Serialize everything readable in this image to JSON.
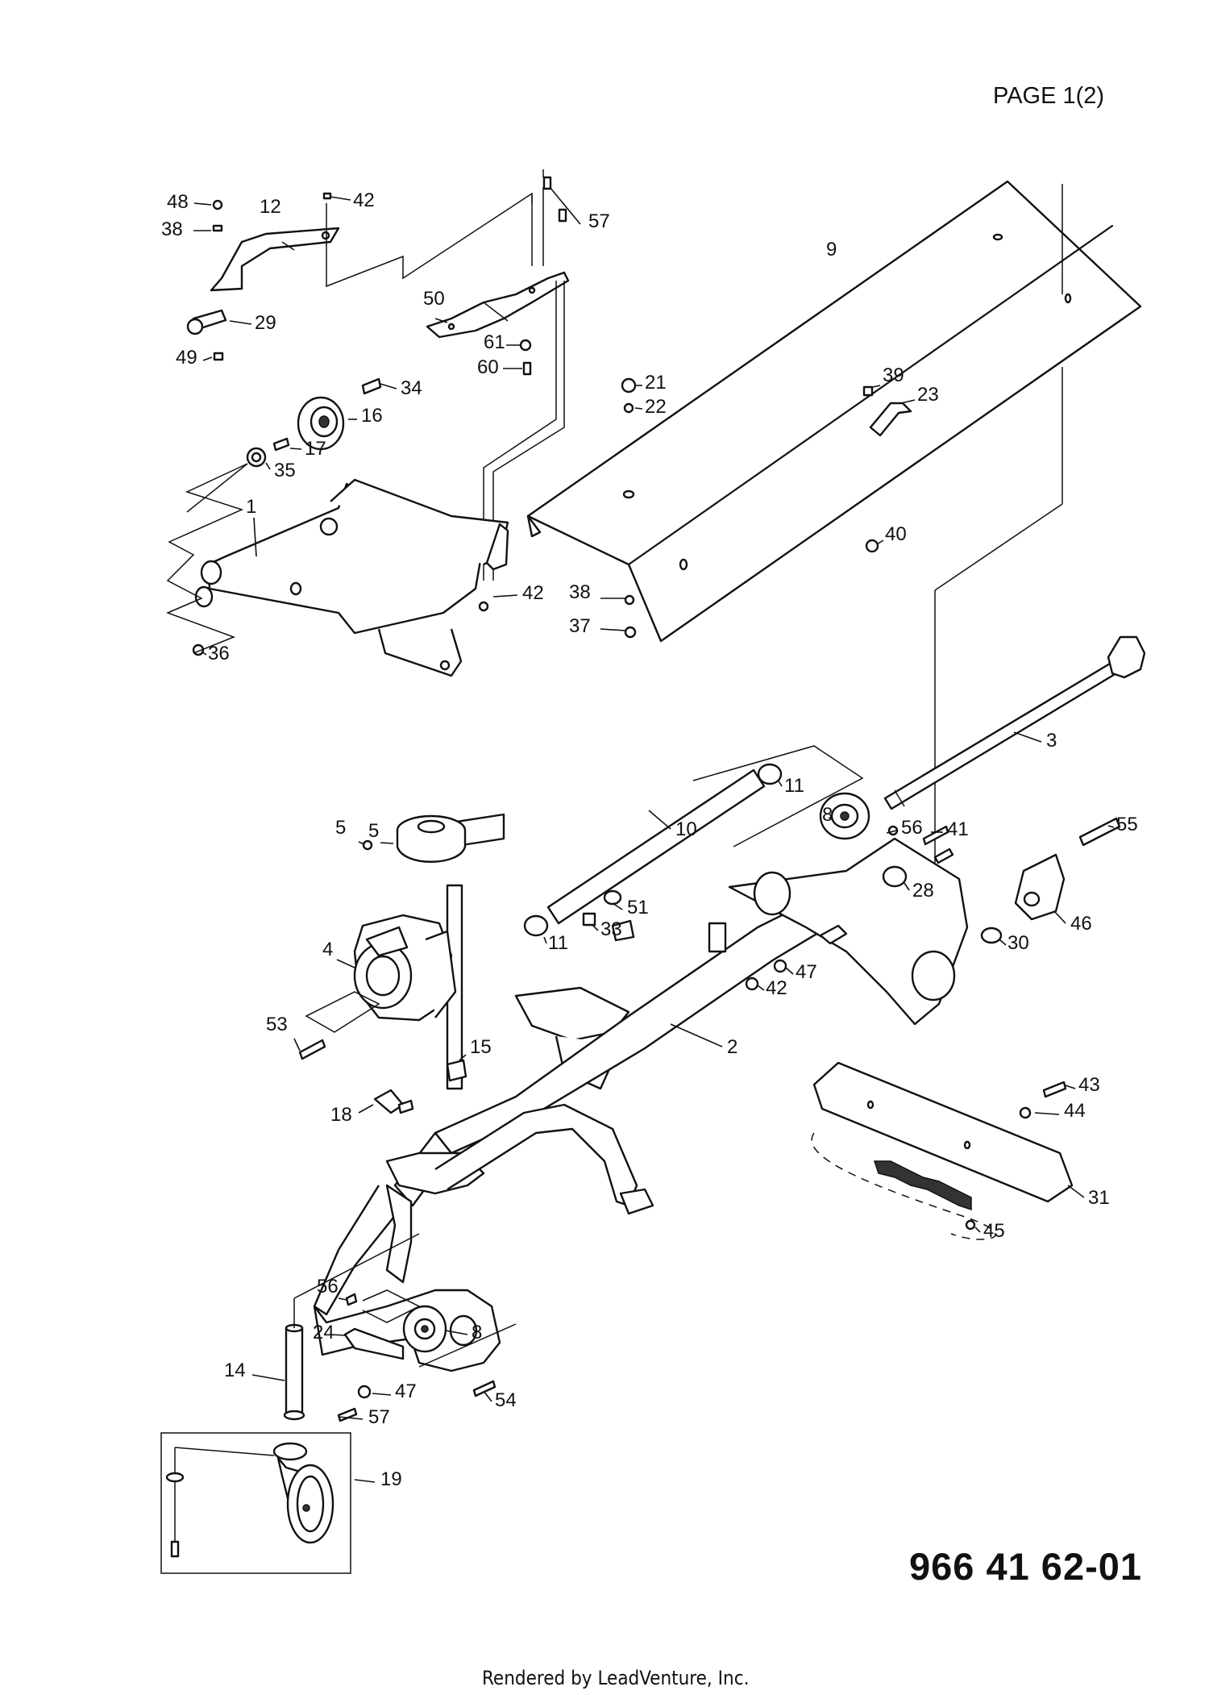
{
  "header": {
    "page_label": "PAGE 1(2)"
  },
  "part_number": "966 41 62-01",
  "footer": {
    "rendered_by": "Rendered by LeadVenture, Inc."
  },
  "callouts": [
    {
      "id": "c48",
      "label": "48"
    },
    {
      "id": "c12",
      "label": "12"
    },
    {
      "id": "c42a",
      "label": "42"
    },
    {
      "id": "c57a",
      "label": "57"
    },
    {
      "id": "c38a",
      "label": "38"
    },
    {
      "id": "c9",
      "label": "9"
    },
    {
      "id": "c50",
      "label": "50"
    },
    {
      "id": "c29",
      "label": "29"
    },
    {
      "id": "c61",
      "label": "61"
    },
    {
      "id": "c49",
      "label": "49"
    },
    {
      "id": "c60",
      "label": "60"
    },
    {
      "id": "c21",
      "label": "21"
    },
    {
      "id": "c39",
      "label": "39"
    },
    {
      "id": "c34",
      "label": "34"
    },
    {
      "id": "c23",
      "label": "23"
    },
    {
      "id": "c22",
      "label": "22"
    },
    {
      "id": "c16",
      "label": "16"
    },
    {
      "id": "c17",
      "label": "17"
    },
    {
      "id": "c35",
      "label": "35"
    },
    {
      "id": "c40",
      "label": "40"
    },
    {
      "id": "c1",
      "label": "1"
    },
    {
      "id": "c42b",
      "label": "42"
    },
    {
      "id": "c38b",
      "label": "38"
    },
    {
      "id": "c37",
      "label": "37"
    },
    {
      "id": "c36",
      "label": "36"
    },
    {
      "id": "c3",
      "label": "3"
    },
    {
      "id": "c11a",
      "label": "11"
    },
    {
      "id": "c8a",
      "label": "8"
    },
    {
      "id": "c56a",
      "label": "56"
    },
    {
      "id": "c5a",
      "label": "5"
    },
    {
      "id": "c5b",
      "label": "5"
    },
    {
      "id": "c41",
      "label": "41"
    },
    {
      "id": "c55",
      "label": "55"
    },
    {
      "id": "c10",
      "label": "10"
    },
    {
      "id": "c28",
      "label": "28"
    },
    {
      "id": "c51",
      "label": "51"
    },
    {
      "id": "c46",
      "label": "46"
    },
    {
      "id": "c11b",
      "label": "11"
    },
    {
      "id": "c33",
      "label": "33"
    },
    {
      "id": "c30",
      "label": "30"
    },
    {
      "id": "c4",
      "label": "4"
    },
    {
      "id": "c47a",
      "label": "47"
    },
    {
      "id": "c42c",
      "label": "42"
    },
    {
      "id": "c53",
      "label": "53"
    },
    {
      "id": "c2",
      "label": "2"
    },
    {
      "id": "c15",
      "label": "15"
    },
    {
      "id": "c43",
      "label": "43"
    },
    {
      "id": "c44",
      "label": "44"
    },
    {
      "id": "c18",
      "label": "18"
    },
    {
      "id": "c31",
      "label": "31"
    },
    {
      "id": "c45",
      "label": "45"
    },
    {
      "id": "c56b",
      "label": "56"
    },
    {
      "id": "c24",
      "label": "24"
    },
    {
      "id": "c8b",
      "label": "8"
    },
    {
      "id": "c14",
      "label": "14"
    },
    {
      "id": "c47b",
      "label": "47"
    },
    {
      "id": "c54",
      "label": "54"
    },
    {
      "id": "c57b",
      "label": "57"
    },
    {
      "id": "c19",
      "label": "19"
    }
  ]
}
